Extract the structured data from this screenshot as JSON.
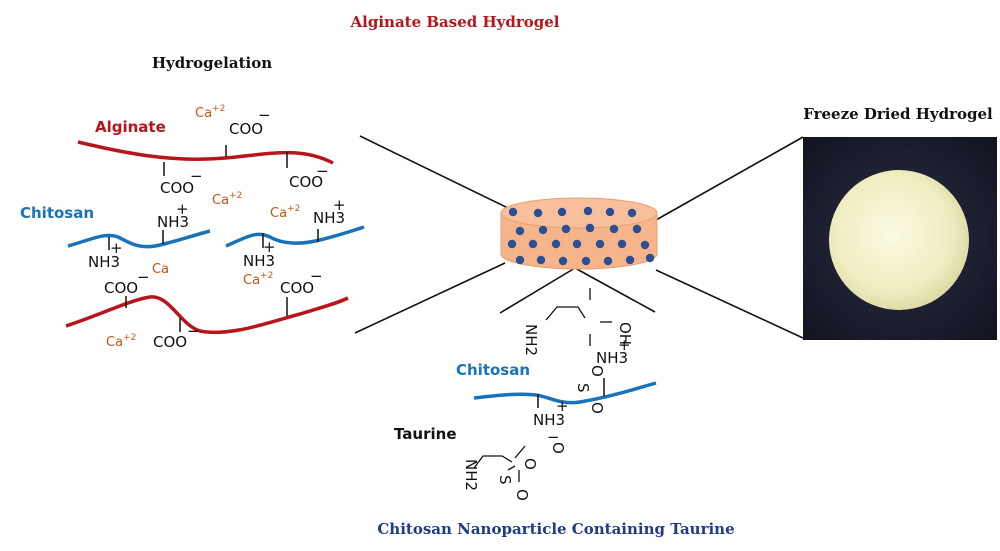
{
  "title": "Alginate Based Hydrogel",
  "caption_bottom": "Chitosan Nanoparticle Containing Taurine",
  "left_panel": {
    "heading": "Hydrogelation",
    "alginate_label": "Alginate",
    "chitosan_label": "Chitosan",
    "coo": "COO",
    "nh3": "NH3",
    "ca_ion": "Ca",
    "ca_charge": "+2",
    "charge_minus": "−",
    "charge_plus": "+"
  },
  "right_panel": {
    "heading": "Freeze Dried Hydrogel"
  },
  "bottom_panel": {
    "chitosan_label": "Chitosan",
    "taurine_label": "Taurine",
    "nh2": "NH2",
    "s": "S",
    "o": "O",
    "oh": "OH",
    "nh3": "NH3"
  },
  "colors": {
    "title": "#b5151b",
    "alginate": "#b5151b",
    "chitosan": "#1a73b8",
    "calcium": "#c0571a",
    "caption": "#1f3c8a",
    "disk_fill": "#f6b48a",
    "dots": "#2a4f94"
  }
}
